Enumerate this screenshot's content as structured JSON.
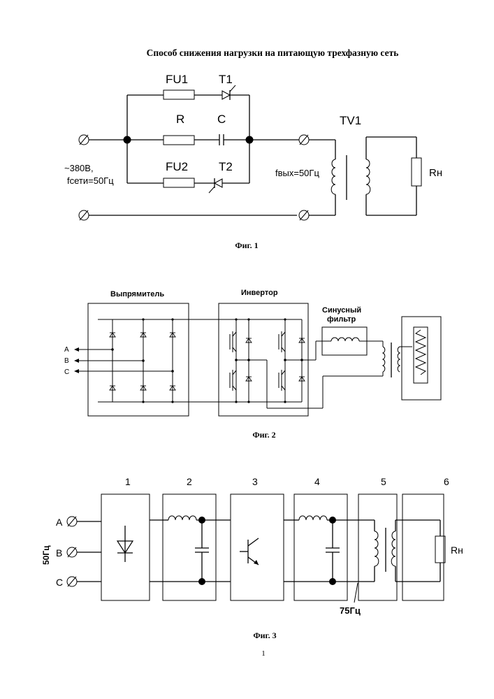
{
  "page": {
    "title": "Способ снижения нагрузки на питающую трехфазную сеть",
    "page_number": "1"
  },
  "fig1": {
    "caption": "Фиг. 1",
    "labels": {
      "fu1": "FU1",
      "t1": "T1",
      "r": "R",
      "c": "C",
      "fu2": "FU2",
      "t2": "T2",
      "tv1": "TV1",
      "supply_voltage": "~380В,",
      "supply_freq": "fсети=50Гц",
      "out_freq": "fвых=50Гц",
      "load": "Rн"
    }
  },
  "fig2": {
    "caption": "Фиг. 2",
    "labels": {
      "rectifier": "Выпрямитель",
      "inverter": "Инвертор",
      "sine_filter_1": "Синусный",
      "sine_filter_2": "фильтр",
      "phase_a": "A",
      "phase_b": "B",
      "phase_c": "C"
    }
  },
  "fig3": {
    "caption": "Фиг. 3",
    "block_numbers": [
      "1",
      "2",
      "3",
      "4",
      "5",
      "6"
    ],
    "labels": {
      "phase_a": "A",
      "phase_b": "B",
      "phase_c": "C",
      "in_freq": "50Гц",
      "out_freq": "75Гц",
      "load": "Rн"
    }
  }
}
